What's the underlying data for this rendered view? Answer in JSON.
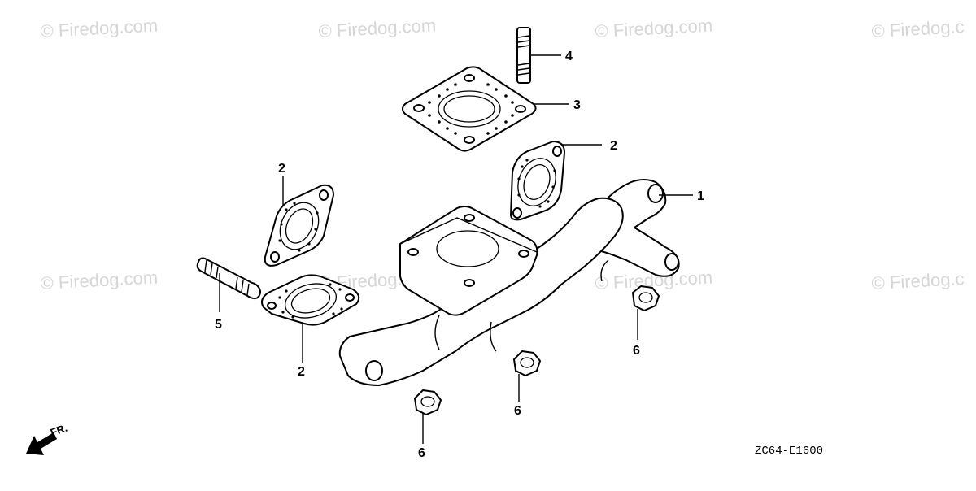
{
  "watermarks": [
    "© Firedog.com",
    "© Firedog.com",
    "© Firedog.com",
    "© Firedog.c",
    "© Firedog.com",
    "© Firedog.com",
    "© Firedog.com",
    "© Firedog.c"
  ],
  "callouts": {
    "c1": "1",
    "c2a": "2",
    "c2b": "2",
    "c2c": "2",
    "c3": "3",
    "c4": "4",
    "c5": "5",
    "c6a": "6",
    "c6b": "6",
    "c6c": "6"
  },
  "direction_label": "FR.",
  "diagram_code": "ZC64-E1600",
  "colors": {
    "watermark": "#d6d6d6",
    "ink": "#000000",
    "background": "#ffffff"
  }
}
